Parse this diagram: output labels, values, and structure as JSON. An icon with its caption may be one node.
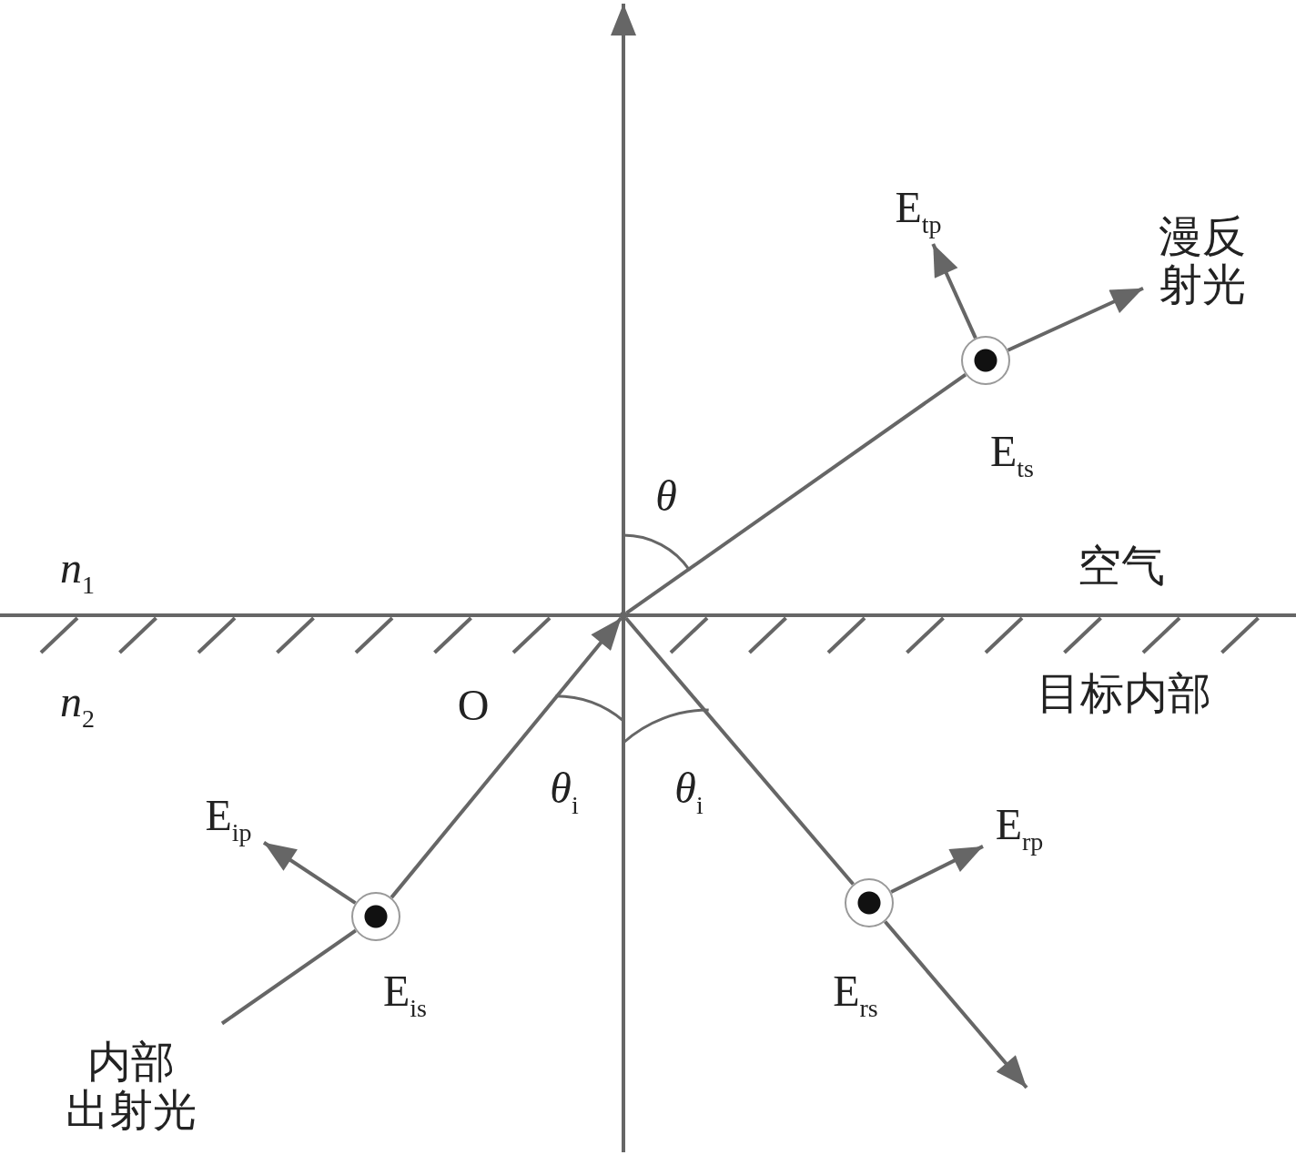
{
  "diagram": {
    "nodes": [
      {
        "text": [
          "E$_{tp}$"
        ]
      },
      {
        "text": [
          "漫反射光"
        ]
      },
      {
        "text": [],
        "shape": "dot"
      },
      {
        "text": [],
        "shape": "point"
      },
      {
        "text": [
          "E$_{ip}$"
        ]
      },
      {
        "text": [
          "E$_{rp}$"
        ]
      },
      {
        "text": [],
        "shape": "dot"
      },
      {
        "text": [],
        "shape": "dot"
      },
      {
        "text": [
          "内部出射光"
        ]
      }
    ],
    "edges": [
      {
        "from": 8,
        "to": 6,
        "arrow": "none"
      },
      {
        "from": 6,
        "to": 3,
        "arrow": "to"
      },
      {
        "from": 3,
        "to": 7,
        "arrow": "none"
      },
      {
        "from": 7,
        "to": null,
        "arrow": "to"
      },
      {
        "from": 3,
        "to": 2,
        "arrow": "none"
      },
      {
        "from": 2,
        "to": 1,
        "arrow": "to"
      },
      {
        "from": 6,
        "to": 4,
        "arrow": "to"
      },
      {
        "from": 7,
        "to": 5,
        "arrow": "to"
      },
      {
        "from": 2,
        "to": 0,
        "arrow": "to"
      }
    ],
    "labels": [
      "E$_{ts}$",
      "θ",
      "*n*$_{1}$",
      "空气",
      "目标内部",
      "*n*$_{2}$",
      "O",
      "*θ*$_{i}$",
      "*θ*$_{i}$",
      "E$_{is}$",
      "E$_{rs}$"
    ]
  }
}
